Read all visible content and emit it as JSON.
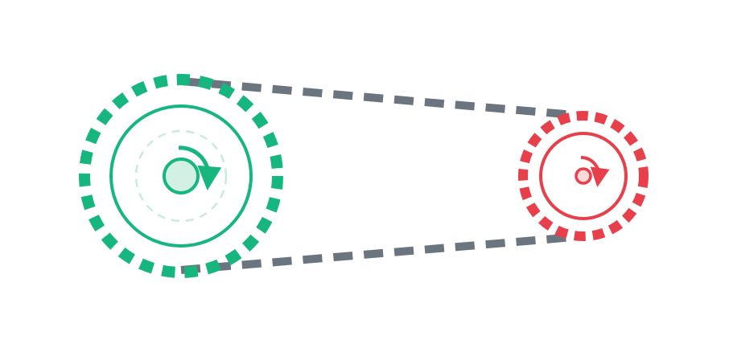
{
  "diagram": {
    "kind": "belt-and-pulley",
    "colors": {
      "background": "#ffffff",
      "belt": "#6b7580",
      "large_gear": "#16b67e",
      "large_gear_fill": "#d2f0e3",
      "large_gear_inner_dash": "#c7ecdc",
      "small_gear": "#e8404a",
      "small_gear_fill": "#fcd9db"
    },
    "large_gear": {
      "name": "drive-pulley",
      "rotation": "clockwise",
      "icon": "rotate-clockwise-icon"
    },
    "small_gear": {
      "name": "driven-pulley",
      "rotation": "clockwise",
      "icon": "rotate-clockwise-icon"
    },
    "belt": {
      "name": "belt",
      "style": "dashed"
    }
  }
}
